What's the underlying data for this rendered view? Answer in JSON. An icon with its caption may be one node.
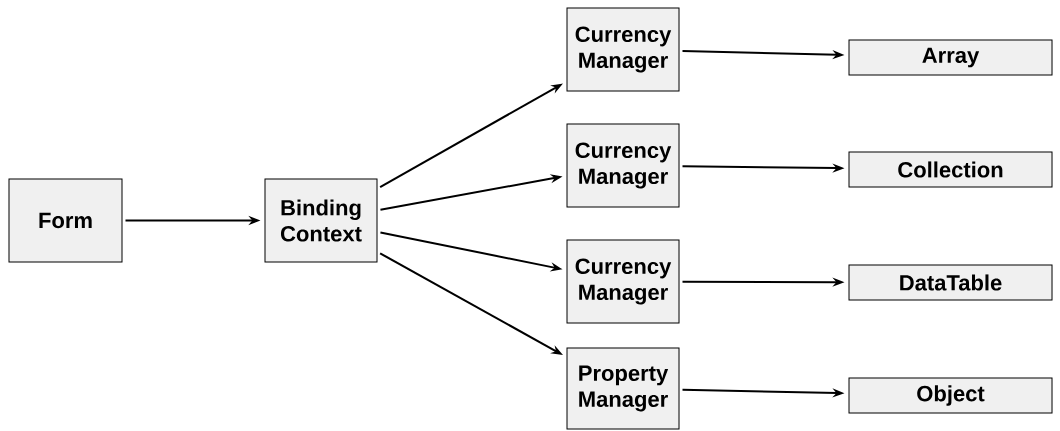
{
  "diagram": {
    "nodes": [
      {
        "text": [
          "Form"
        ]
      },
      {
        "text": [
          "Binding Context"
        ]
      },
      {
        "text": [
          "Currency Manager"
        ]
      },
      {
        "text": [
          "Currency Manager"
        ]
      },
      {
        "text": [
          "Currency Manager"
        ]
      },
      {
        "text": [
          "Property Manager"
        ]
      },
      {
        "text": [
          "Array"
        ]
      },
      {
        "text": [
          "Collection"
        ]
      },
      {
        "text": [
          "DataTable"
        ]
      },
      {
        "text": [
          "Object"
        ]
      }
    ],
    "edges": [
      {
        "from": 0,
        "to": 1,
        "arrow": "to"
      },
      {
        "from": 1,
        "to": 2,
        "arrow": "to"
      },
      {
        "from": 1,
        "to": 3,
        "arrow": "to"
      },
      {
        "from": 1,
        "to": 4,
        "arrow": "to"
      },
      {
        "from": 1,
        "to": 5,
        "arrow": "to"
      },
      {
        "from": 2,
        "to": 6,
        "arrow": "to"
      },
      {
        "from": 3,
        "to": 7,
        "arrow": "to"
      },
      {
        "from": 4,
        "to": 8,
        "arrow": "to"
      },
      {
        "from": 5,
        "to": 9,
        "arrow": "to"
      }
    ]
  }
}
